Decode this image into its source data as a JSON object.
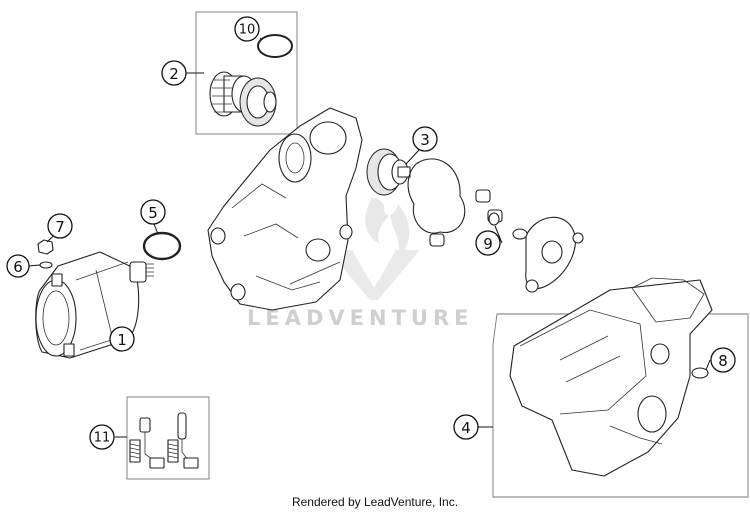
{
  "callouts": [
    "1",
    "2",
    "3",
    "4",
    "5",
    "6",
    "7",
    "8",
    "9",
    "10",
    "11"
  ],
  "watermark": {
    "text": "LEADVENTURE",
    "icon": "flame-logo-icon"
  },
  "footer": {
    "text": "Rendered by LeadVenture, Inc."
  }
}
